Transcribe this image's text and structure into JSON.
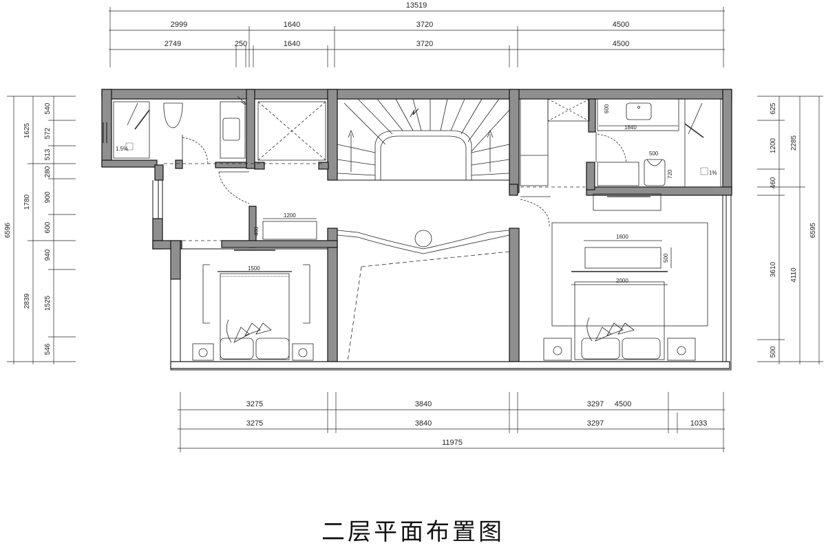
{
  "title": "二层平面布置图",
  "dimensions": {
    "top_total": "13519",
    "top_row1": [
      "2999",
      "1640",
      "3720",
      "4500"
    ],
    "top_row2": [
      "2749",
      "250",
      "1640",
      "3720",
      "4500"
    ],
    "bottom_row1": [
      "3275",
      "3840",
      "3297",
      "4500"
    ],
    "bottom_row2": [
      "3275",
      "3840",
      "3297",
      "1033"
    ],
    "bottom_total": "11975",
    "left_total": "6596",
    "left_outer": [
      "1625",
      "1780",
      "2839"
    ],
    "left_inner": [
      "540",
      "572",
      "513",
      "280",
      "900",
      "600",
      "940",
      "1525",
      "546"
    ],
    "right_total": "6595",
    "right_outer": [
      "2285",
      "4110"
    ],
    "right_inner": [
      "625",
      "1200",
      "460",
      "3610",
      "500"
    ]
  },
  "furniture_labels": {
    "desk_left": "1200",
    "desk_left_depth": "400",
    "bed_left": "1500",
    "tv_right": "1600",
    "tv_right_depth": "500",
    "bed_right": "2000",
    "vanity_right": "1840",
    "vanity_right_depth": "600",
    "toilet_right": "500",
    "toilet_right_depth": "720",
    "floor_drain_left": "1.5%",
    "floor_drain_right": "1%"
  }
}
